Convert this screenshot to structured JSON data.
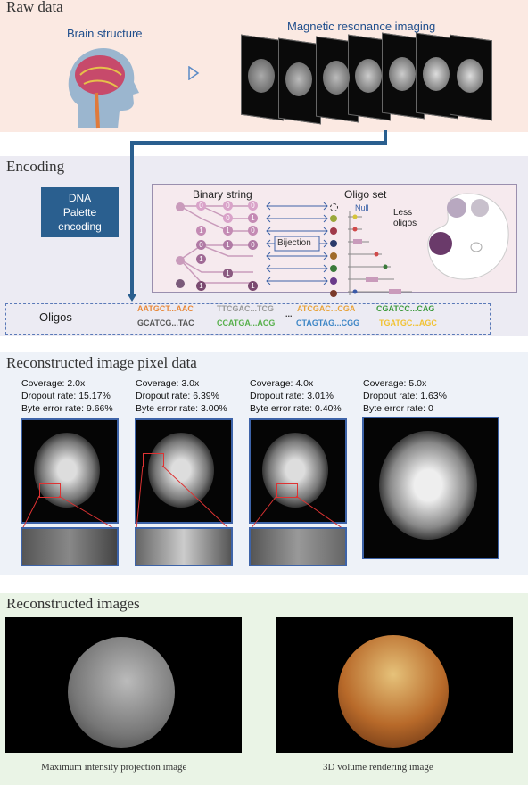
{
  "raw_data": {
    "section_title": "Raw data",
    "brain_label": "Brain structure",
    "mri_label": "Magnetic resonance imaging"
  },
  "encoding": {
    "section_title": "Encoding",
    "dna_palette_label": "DNA\nPalette\nencoding",
    "binary_string_label": "Binary string",
    "bijection_label": "Bijection",
    "oligo_set_label": "Oligo set",
    "null_label": "Null",
    "less_oligos_label": "Less\noligos",
    "oligos_label": "Oligos",
    "binary_digits": [
      "0",
      "0",
      "0",
      "0",
      "1",
      "1",
      "1",
      "0",
      "0",
      "1",
      "0",
      "1",
      "1",
      "1",
      "1"
    ],
    "oligo_sequences": [
      {
        "text": "AATGCT...AAC",
        "color": "#e8883a"
      },
      {
        "text": "TTCGAC...TCG",
        "color": "#999999"
      },
      {
        "text": "ATCGAC...CGA",
        "color": "#e8a33a"
      },
      {
        "text": "CGATCC...CAG",
        "color": "#3c9a3c"
      },
      {
        "text": "GCATCG...TAC",
        "color": "#555555"
      },
      {
        "text": "CCATGA...ACG",
        "color": "#58b04c"
      },
      {
        "text": "CTAGTAG...CGG",
        "color": "#3d86c6"
      },
      {
        "text": "TGATGC...AGC",
        "color": "#f1c232"
      }
    ],
    "ellipsis": "..."
  },
  "pixel_data": {
    "section_title": "Reconstructed image pixel data",
    "panels": [
      {
        "coverage": "Coverage: 2.0x",
        "dropout": "Dropout rate: 15.17%",
        "byte_error": "Byte error rate: 9.66%"
      },
      {
        "coverage": "Coverage: 3.0x",
        "dropout": "Dropout rate: 6.39%",
        "byte_error": "Byte error rate: 3.00%"
      },
      {
        "coverage": "Coverage: 4.0x",
        "dropout": "Dropout rate: 3.01%",
        "byte_error": "Byte error rate: 0.40%"
      },
      {
        "coverage": "Coverage: 5.0x",
        "dropout": "Dropout rate: 1.63%",
        "byte_error": "Byte error rate: 0"
      }
    ]
  },
  "reconstructed": {
    "section_title": "Reconstructed images",
    "left_caption": "Maximum intensity projection image",
    "right_caption": "3D volume rendering image"
  },
  "colors": {
    "raw_bg": "#fbe9e2",
    "encoding_bg": "#ecebf3",
    "pixel_bg": "#eef2f8",
    "recon_bg": "#eaf4e6",
    "accent_blue": "#2a5f8f",
    "box_border": "#3d63a8"
  }
}
